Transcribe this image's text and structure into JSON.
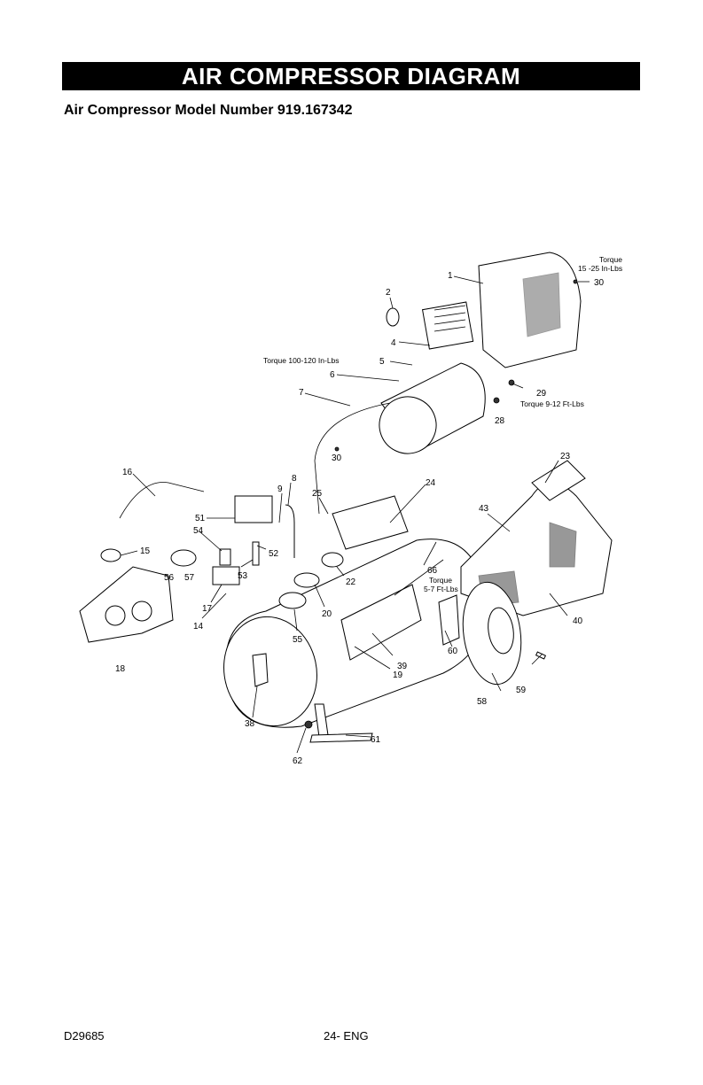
{
  "header": {
    "banner": "AIR COMPRESSOR DIAGRAM",
    "model_line": "Air Compressor Model Number 919.167342"
  },
  "torque_notes": {
    "shroud_screw": "Torque\n15 -25 In-Lbs",
    "manifold": "Torque 100-120 In-Lbs",
    "pump_bolt": "Torque 9-12 Ft-Lbs",
    "wheel": "Torque\n5-7 Ft-Lbs"
  },
  "part_numbers": [
    "1",
    "2",
    "4",
    "5",
    "6",
    "7",
    "8",
    "9",
    "14",
    "15",
    "16",
    "17",
    "18",
    "19",
    "20",
    "22",
    "23",
    "24",
    "25",
    "28",
    "29",
    "30",
    "30",
    "38",
    "39",
    "40",
    "43",
    "51",
    "52",
    "53",
    "54",
    "55",
    "56",
    "56",
    "57",
    "58",
    "59",
    "60",
    "61",
    "62",
    "66"
  ],
  "footer": {
    "doc_code": "D29685",
    "page": "24- ENG"
  }
}
